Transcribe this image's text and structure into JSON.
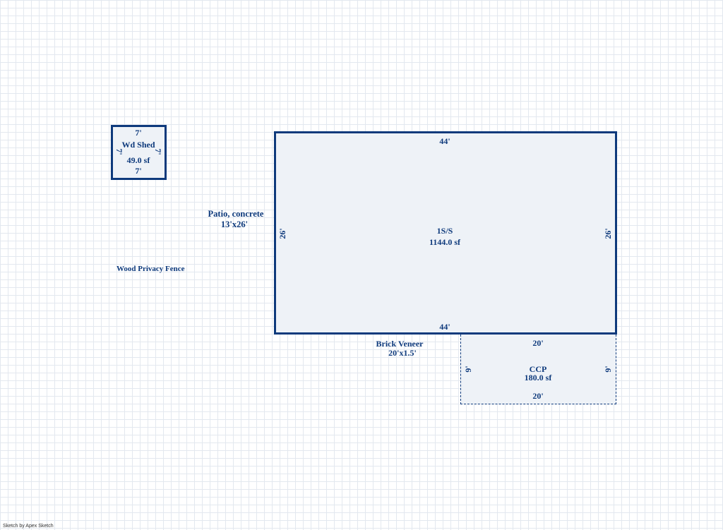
{
  "shed": {
    "name": "Wd Shed",
    "area": "49.0 sf",
    "top": "7'",
    "bottom": "7'",
    "left": "7'",
    "right": "7'"
  },
  "main": {
    "name": "1S/S",
    "area": "1144.0 sf",
    "top": "44'",
    "bottom": "44'",
    "left": "26'",
    "right": "26'"
  },
  "ccp": {
    "name": "CCP",
    "area": "180.0 sf",
    "top": "20'",
    "bottom": "20'",
    "left": "9'",
    "right": "9'"
  },
  "notes": {
    "patio_name": "Patio, concrete",
    "patio_size": "13'x26'",
    "fence": "Wood Privacy Fence",
    "veneer_name": "Brick Veneer",
    "veneer_size": "20'x1.5'"
  },
  "credit": "Sketch by Apex Sketch",
  "colors": {
    "outline": "#0e3a7c",
    "fill": "#eef2f7",
    "grid": "#c9d1dd"
  }
}
